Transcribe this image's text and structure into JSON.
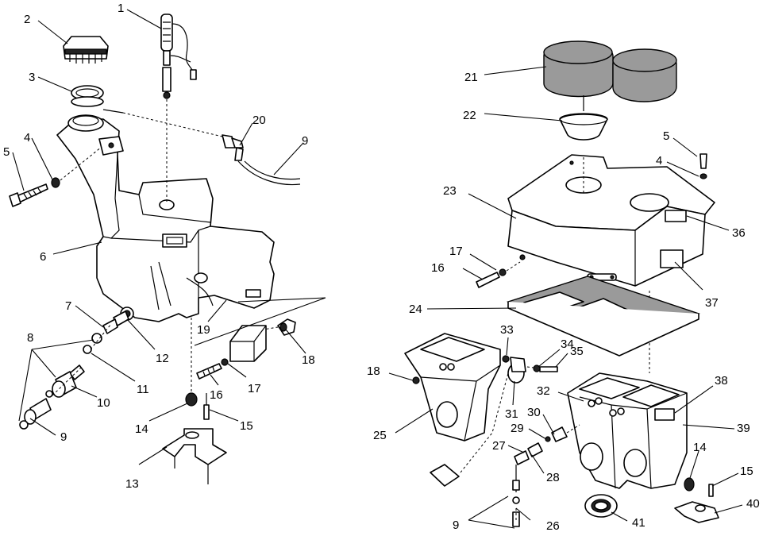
{
  "callouts_left": [
    "1",
    "2",
    "3",
    "4",
    "5",
    "6",
    "7",
    "8",
    "9",
    "10",
    "11",
    "12",
    "13",
    "14",
    "15",
    "16",
    "17",
    "18",
    "19",
    "20",
    "9"
  ],
  "callouts_right": [
    "21",
    "22",
    "23",
    "5",
    "4",
    "36",
    "17",
    "16",
    "37",
    "24",
    "33",
    "34",
    "35",
    "18",
    "38",
    "39",
    "32",
    "31",
    "30",
    "29",
    "25",
    "27",
    "28",
    "14",
    "15",
    "40",
    "9",
    "26",
    "41"
  ]
}
